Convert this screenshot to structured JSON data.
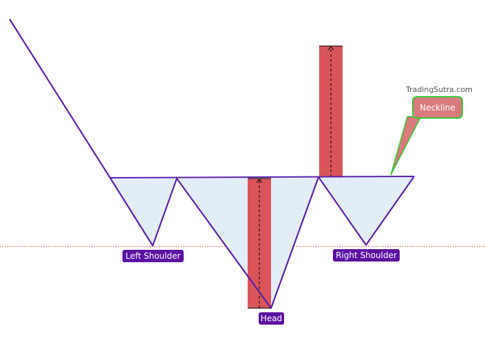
{
  "watermark": "TradingSutra.com",
  "labels": {
    "left_shoulder": "Left Shoulder",
    "head": "Head",
    "right_shoulder": "Right Shoulder",
    "neckline": "Neckline"
  },
  "colors": {
    "price_line": "#5b1fa8",
    "fill": "#e3edf8",
    "bar": "#d9555a",
    "label_bg": "#5b11a0",
    "callout_bg": "#d97b7d",
    "callout_border": "#33cc33",
    "support_line": "#c0392b"
  }
}
